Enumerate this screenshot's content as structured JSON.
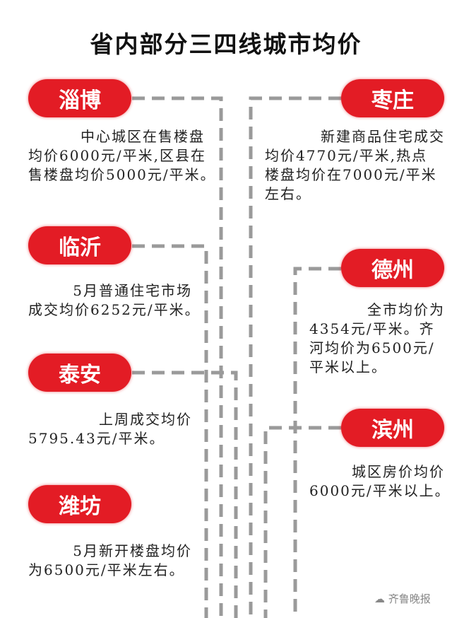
{
  "title": "省内部分三四线城市均价",
  "cities": [
    {
      "name": "淄博",
      "lines": [
        "中心城区在售楼盘",
        "均价6000元/平米,区县在",
        "售楼盘均价5000元/平米。"
      ]
    },
    {
      "name": "枣庄",
      "lines": [
        "新建商品住宅成交",
        "均价4770元/平米,热点",
        "楼盘均价在7000元/平米",
        "左右。"
      ]
    },
    {
      "name": "临沂",
      "lines": [
        "5月普通住宅市场",
        "成交均价6252元/平米。"
      ]
    },
    {
      "name": "德州",
      "lines": [
        "全市均价为",
        "4354元/平米。齐",
        "河均价为6500元/",
        "平米以上。"
      ]
    },
    {
      "name": "泰安",
      "lines": [
        "上周成交均价",
        "5795.43元/平米。"
      ]
    },
    {
      "name": "滨州",
      "lines": [
        "城区房价均价",
        "6000元/平米以上。"
      ]
    },
    {
      "name": "潍坊",
      "lines": [
        "5月新开楼盘均价",
        "为6500元/平米左右。"
      ]
    }
  ],
  "watermark": "齐鲁晚报",
  "colors": {
    "pill": "#e31c25",
    "line": "#9a9a9a"
  }
}
